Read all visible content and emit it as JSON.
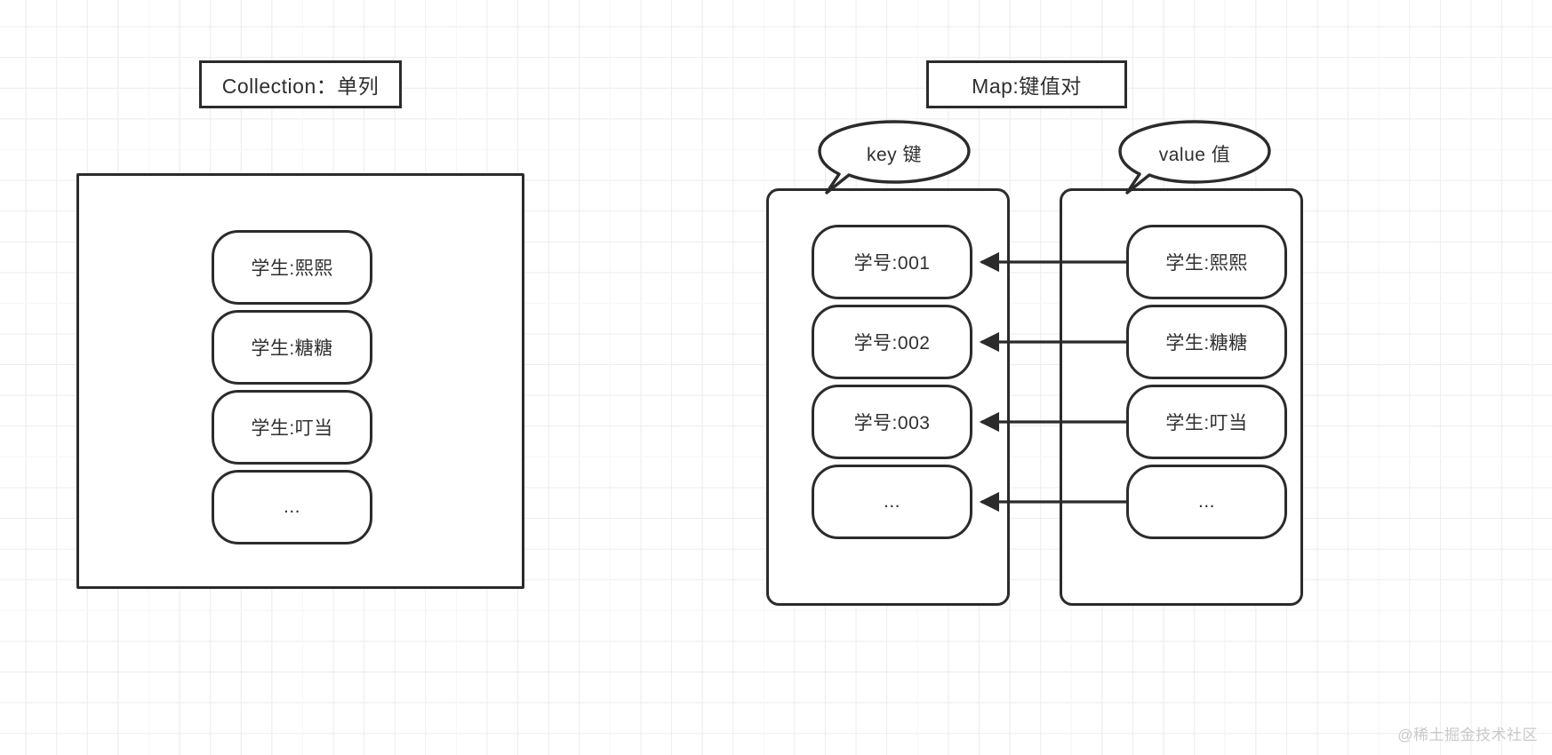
{
  "diagram": {
    "title_hidden": "Collection vs Map 结构对比图",
    "stroke_color": "#2b2b2b",
    "text_color": "#2f2f2f",
    "background_color": "#ffffff",
    "grid_color": "#ececec",
    "watermark": "@稀土掘金技术社区"
  },
  "left_panel": {
    "header_label": "Collection：单列",
    "items": [
      {
        "label": "学生:熙熙"
      },
      {
        "label": "学生:糖糖"
      },
      {
        "label": "学生:叮当"
      },
      {
        "label": "..."
      }
    ]
  },
  "right_panel": {
    "header_label": "Map:键值对",
    "key_bubble_label": "key 键",
    "value_bubble_label": "value 值",
    "key_items": [
      {
        "label": "学号:001"
      },
      {
        "label": "学号:002"
      },
      {
        "label": "学号:003"
      },
      {
        "label": "..."
      }
    ],
    "value_items": [
      {
        "label": "学生:熙熙"
      },
      {
        "label": "学生:糖糖"
      },
      {
        "label": "学生:叮当"
      },
      {
        "label": "..."
      }
    ],
    "arrow_direction": "value-to-key",
    "arrow_count": 4
  }
}
